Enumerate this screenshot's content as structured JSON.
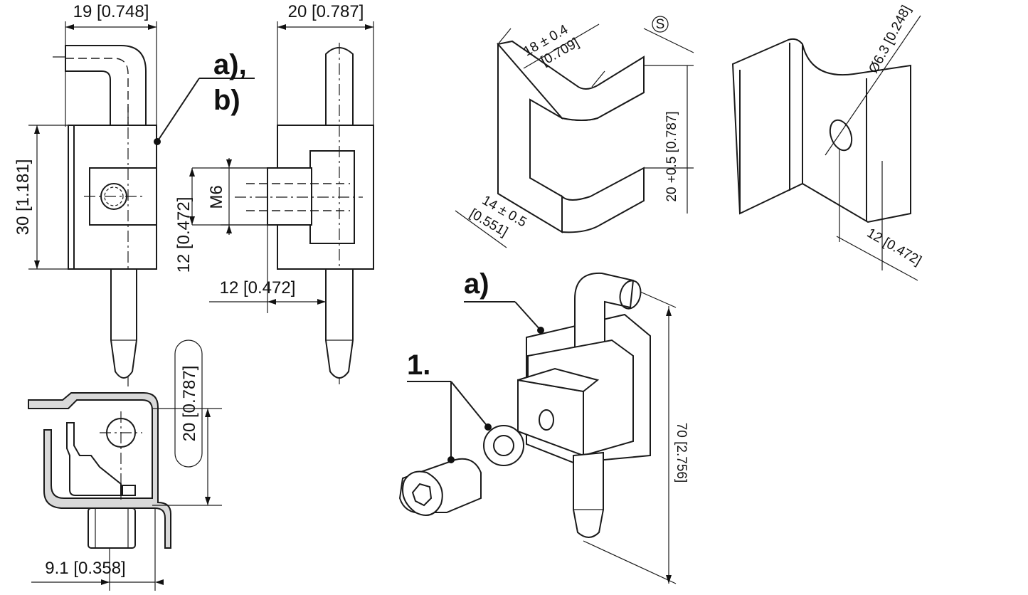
{
  "drawing": {
    "dimensions": {
      "front_width": "19 [0.748]",
      "side_width": "20 [0.787]",
      "front_height": "30 [1.181]",
      "thread": "M6",
      "thread_length": "12 [0.472]",
      "side_offset": "12 [0.472]",
      "bottom_height": "20 [0.787]",
      "bottom_offset": "9.1 [0.358]",
      "cutout_width_tol": "18 ± 0.4",
      "cutout_width_in": "[0.709]",
      "cutout_depth_tol": "14 ± 0.5",
      "cutout_depth_in": "[0.551]",
      "cutout_height": "20 +0.5 [0.787]",
      "hole_dia": "Ø6.3 [0.248]",
      "hole_offset": "12 [0.472]",
      "overall_length": "70 [2.756]",
      "thickness_symbol": "S"
    },
    "callouts": {
      "ab_line1": "a),",
      "ab_line2": "b)",
      "a_iso": "a)",
      "item_1": "1."
    }
  }
}
